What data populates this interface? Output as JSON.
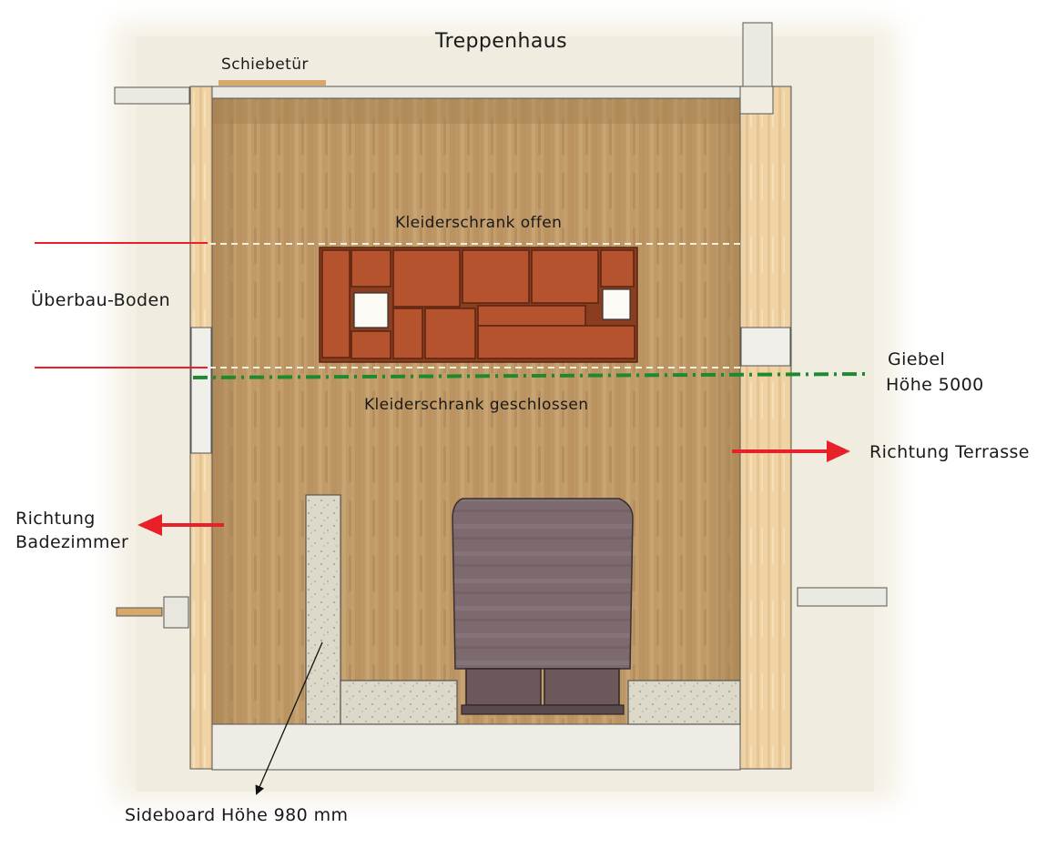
{
  "labels": {
    "stairwell": "Treppenhaus",
    "sliding_door": "Schiebetür",
    "wardrobe_open": "Kleiderschrank offen",
    "wardrobe_closed": "Kleiderschrank geschlossen",
    "loft_floor": "Überbau-Boden",
    "gable_line1": "Giebel",
    "gable_line2": "Höhe 5000",
    "direction_terrace": "Richtung Terrasse",
    "direction_bathroom_line1": "Richtung",
    "direction_bathroom_line2": "Badezimmer",
    "sideboard": "Sideboard Höhe  980 mm"
  },
  "colors": {
    "floor": "#c09a68",
    "wood_wall": "#efd3a4",
    "wardrobe": "#b4532e",
    "bed": "#7d6a6e",
    "sideboard": "#dcd9c8",
    "arrow_red": "#e8202a",
    "gable_green": "#1d8a2f"
  }
}
